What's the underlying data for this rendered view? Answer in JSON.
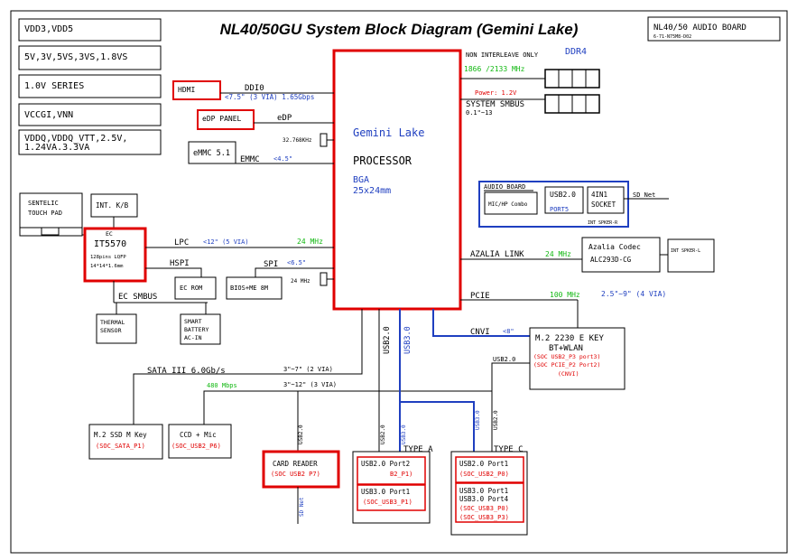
{
  "title": "NL40/50GU System Block Diagram (Gemini Lake)",
  "board_box": {
    "line1": "NL40/50  AUDIO BOARD",
    "line2": "6-71-N75M8-D02"
  },
  "power_rails": [
    "VDD3,VDD5",
    "5V,3V,5VS,3VS,1.8VS",
    "1.0V SERIES",
    "VCCGI,VNN",
    "VDDQ,VDDQ_VTT,2.5V,",
    "1.24VA.3.3VA"
  ],
  "processor": {
    "name": "Gemini Lake",
    "label": "PROCESSOR",
    "package": "BGA",
    "size": "25x24mm"
  },
  "hdmi": {
    "label": "HDMI",
    "bus": "DDI0",
    "spec": "<7.5\" (3 VIA) 1.65Gbps"
  },
  "edp": {
    "label": "eDP PANEL",
    "bus": "eDP"
  },
  "emmc": {
    "label": "eMMC 5.1",
    "bus": "EMMC",
    "spec": "<4.5\""
  },
  "rtc_crystal": "32.768KHz",
  "ddr": {
    "interleave": "NON INTERLEAVE ONLY",
    "type": "DDR4",
    "speed": "1866 /2133 MHz",
    "power": "Power: 1.2V",
    "smbus": "SYSTEM SMBUS",
    "smbus_spec": "0.1\"~13"
  },
  "audio_board": {
    "title": "AUDIO BOARD",
    "mic": "MIC/HP Combo",
    "usb": "USB2.0",
    "port": "PORT5",
    "socket_line1": "4IN1",
    "socket_line2": "SOCKET",
    "sd": "SD Net",
    "speaker": "INT SPKER-R"
  },
  "azalia": {
    "link": "AZALIA LINK",
    "freq": "24 MHz",
    "codec": "Azalia Codec",
    "codec_part": "ALC293D-CG",
    "speaker": "INT SPKER-L"
  },
  "ec": {
    "prefix": "EC",
    "name": "IT5570",
    "pkg1": "128pins LQFP",
    "pkg2": "14*14*1.6mm",
    "kbc": "INT. K/B",
    "touchpad_line1": "SENTELIC",
    "touchpad_line2": "TOUCH PAD",
    "lpc": "LPC",
    "lpc_spec": "<12\" (5 VIA)",
    "lpc_freq": "24 MHz",
    "hspi": "HSPI",
    "ec_rom": "EC ROM",
    "spi": "SPI",
    "spi_spec": "<6.5\"",
    "bios": "BIOS+ME 8M",
    "bios_freq": "24 MHz",
    "smbus": "EC SMBUS",
    "thermal_line1": "THERMAL",
    "thermal_line2": "SENSOR",
    "battery_line1": "SMART",
    "battery_line2": "BATTERY",
    "battery_line3": "AC-IN"
  },
  "pcie": {
    "label": "PCIE",
    "freq": "100 MHz",
    "spec": "2.5\"~9\" (4 VIA)",
    "cnvi": "CNVI",
    "cnvi_spec": "<8\"",
    "m2_line1": "M.2 2230 E KEY",
    "m2_line2": "BT+WLAN",
    "m2_line3": "(SOC USB2_P3 port3)",
    "m2_line4": "(SOC PCIE_P2 Port2)",
    "m2_line5": "(CNVI)",
    "usb2": "USB2.0"
  },
  "sata": {
    "label": "SATA III 6.0Gb/s",
    "spec": "3\"~7\"  (2 VIA)",
    "freq": "480 Mbps",
    "spec2": "3\"~12\"  (3 VIA)",
    "ssd_line1": "M.2 SSD M Key",
    "ssd_line2": "(SOC_SATA_P1)",
    "ccd_line1": "CCD + Mic",
    "ccd_line2": "(SOC_USB2_P6)"
  },
  "bus_labels": {
    "usb2": "USB2.0",
    "usb3": "USB3.0"
  },
  "card_reader": {
    "line1": "CARD READER",
    "line2": "(SOC USB2 P7)",
    "sd": "SD Net"
  },
  "type_a": {
    "title": "TYPE A",
    "line1": "USB2.0 Port2",
    "line2": "B2_P1)",
    "line3": "USB3.0 Port1",
    "line4": "(SOC_USB3_P1)"
  },
  "type_c": {
    "title": "TYPE C",
    "line1": "USB2.0 Port1",
    "line2": "(SOC_USB2_P0)",
    "line3": "USB3.0 Port1",
    "line4": "USB3.0 Port4",
    "line5": "(SOC_USB3_P0)",
    "line6": "(SOC_USB3_P3)"
  },
  "colors": {
    "red": "#e00000",
    "blue": "#1f3fc0",
    "green": "#11b811",
    "black": "#000000"
  }
}
